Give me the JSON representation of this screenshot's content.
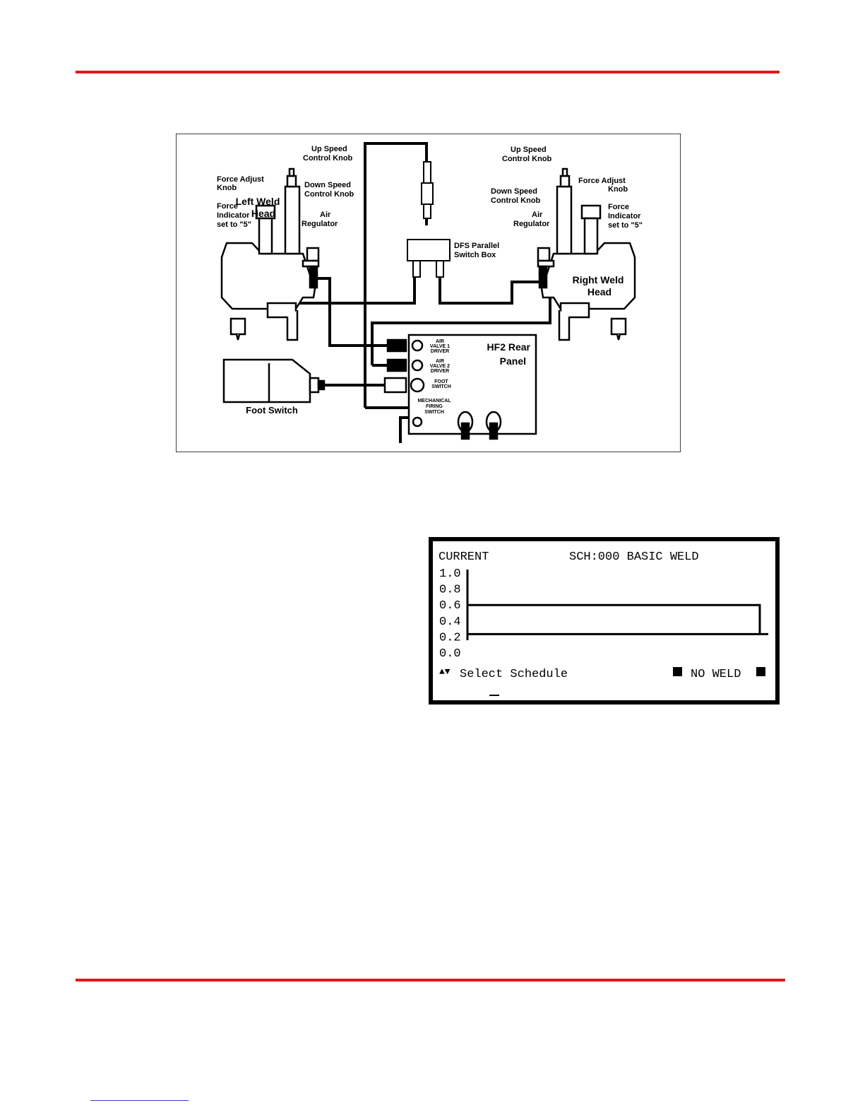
{
  "colors": {
    "rule": "#e4161b",
    "ink": "#000000",
    "link": "#2b3fd0"
  },
  "diagram": {
    "left_head": {
      "name_line1": "Left Weld",
      "name_line2": "Head",
      "up_speed_line1": "Up Speed",
      "up_speed_line2": "Control Knob",
      "force_adjust_line1": "Force Adjust",
      "force_adjust_line2": "Knob",
      "down_speed_line1": "Down Speed",
      "down_speed_line2": "Control Knob",
      "force_ind_line1": "Force",
      "force_ind_line2": "Indicator",
      "force_ind_line3": "set to \"5\"",
      "air_line1": "Air",
      "air_line2": "Regulator"
    },
    "right_head": {
      "name_line1": "Right Weld",
      "name_line2": "Head",
      "up_speed_line1": "Up Speed",
      "up_speed_line2": "Control Knob",
      "force_adjust_line1": "Force Adjust",
      "force_adjust_line2": "Knob",
      "down_speed_line1": "Down Speed",
      "down_speed_line2": "Control Knob",
      "force_ind_line1": "Force",
      "force_ind_line2": "Indicator",
      "force_ind_line3": "set to \"5\"",
      "air_line1": "Air",
      "air_line2": "Regulator"
    },
    "switch_box_line1": "DFS Parallel",
    "switch_box_line2": "Switch Box",
    "rear_panel_line1": "HF2 Rear",
    "rear_panel_line2": "Panel",
    "foot_switch": "Foot Switch",
    "ports": {
      "valve1_line1": "AIR",
      "valve1_line2": "VALVE 1",
      "valve1_line3": "DRIVER",
      "valve2_line1": "AIR",
      "valve2_line2": "VALVE 2",
      "valve2_line3": "DRIVER",
      "foot_line1": "FOOT",
      "foot_line2": "SWITCH",
      "mech_line1": "MECHANICAL",
      "mech_line2": "FIRING",
      "mech_line3": "SWITCH"
    }
  },
  "lcd": {
    "header_left": "CURRENT",
    "header_right": "SCH:000 BASIC WELD",
    "y_ticks": [
      "1.0",
      "0.8",
      "0.6",
      "0.4",
      "0.2",
      "0.0"
    ],
    "footer_arrows": "▲▼",
    "footer_left": "Select Schedule",
    "footer_status": "NO WELD",
    "plateau_level": 0.6
  }
}
